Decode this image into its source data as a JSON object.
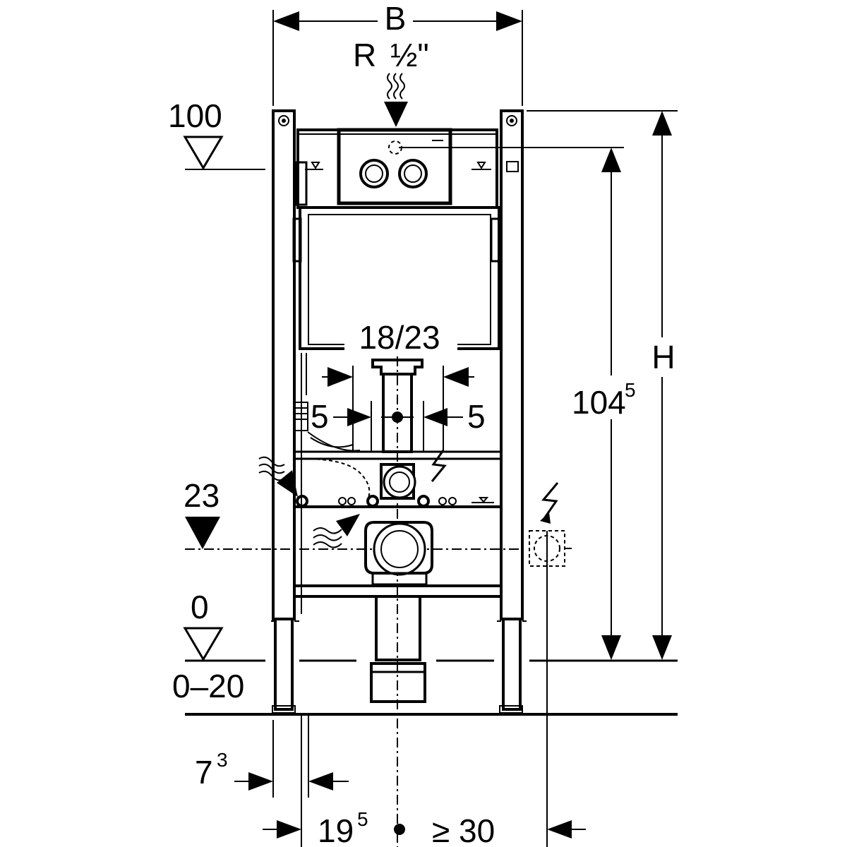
{
  "labels": {
    "width": "B",
    "supply_thread": "R",
    "supply_fraction": "½\"",
    "level_upper": "100",
    "level_lower": "0",
    "level_supply": "23",
    "floor_range": "0–20",
    "pipe_spacing": "18/23",
    "offset_left": "5",
    "offset_right": "5",
    "height": "H",
    "axis_height": "104",
    "axis_height_sup": "5",
    "frame_offset": "7",
    "frame_offset_sup": "3",
    "axis_distance": "19",
    "axis_distance_sup": "5",
    "min_distance": "≥ 30"
  },
  "icons": [
    "water-supply-icon",
    "electric-connection-icon",
    "arrow-icon",
    "level-marker-icon"
  ]
}
